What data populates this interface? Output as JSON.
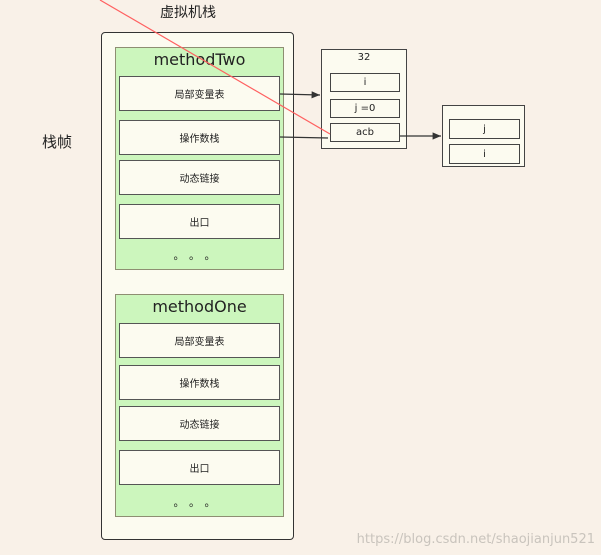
{
  "header": {
    "title": "虚拟机栈"
  },
  "frame_label": "栈帧",
  "frames": [
    {
      "name": "methodTwo",
      "slots": [
        "局部变量表",
        "操作数栈",
        "动态链接",
        "出口"
      ],
      "ellipsis": "。。。"
    },
    {
      "name": "methodOne",
      "slots": [
        "局部变量表",
        "操作数栈",
        "动态链接",
        "出口"
      ],
      "ellipsis": "。。。"
    }
  ],
  "local_vars": {
    "title": "32",
    "cells": [
      "i",
      "j =0",
      "acb"
    ]
  },
  "object": {
    "cells": [
      "j",
      "i"
    ]
  },
  "watermark": "https://blog.csdn.net/shaojianjun521",
  "colors": {
    "background": "#f9f1e8",
    "frame_fill": "#ccf6bd",
    "slot_fill": "#fcfbf0",
    "diagonal_line": "#ff6060"
  }
}
